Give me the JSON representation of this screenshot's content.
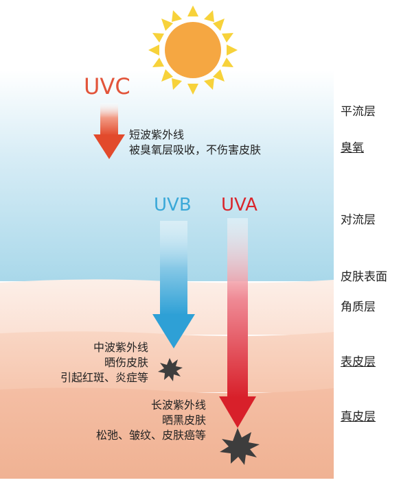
{
  "rays": {
    "uvc": {
      "label": "UVC",
      "color": "#e2543a"
    },
    "uvb": {
      "label": "UVB",
      "color": "#3aa8d8"
    },
    "uva": {
      "label": "UVA",
      "color": "#d9262c"
    }
  },
  "notes": {
    "uvc": [
      "短波紫外线",
      "被臭氧层吸收，不伤害皮肤"
    ],
    "uvb": [
      "中波紫外线",
      "晒伤皮肤",
      "引起红斑、炎症等"
    ],
    "uva": [
      "长波紫外线",
      "晒黑皮肤",
      "松弛、皱纹、皮肤癌等"
    ]
  },
  "layers": {
    "stratosphere": "平流层",
    "ozone": "臭氧",
    "troposphere": "对流层",
    "skin_surface": "皮肤表面",
    "stratum_corneum": "角质层",
    "epidermis": "表皮层",
    "dermis": "真皮层"
  },
  "colors": {
    "sun": "#f5a742",
    "sun_rays": "#f7d23a",
    "sky": "#a8d8ea",
    "skin_top": "#fbe6dc",
    "epidermis": "#f7cbb6",
    "dermis": "#f2b79d",
    "burst": "#3d3d3d"
  },
  "icons": [
    "sun-icon",
    "damage-burst-icon"
  ]
}
